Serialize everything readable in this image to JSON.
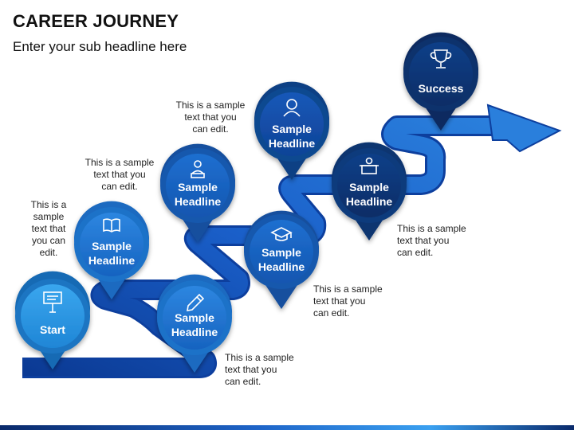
{
  "title": "CAREER JOURNEY",
  "subtitle": "Enter your sub headline here",
  "colors": {
    "road_dark": "#0d3f9e",
    "road_mid": "#1a5fc9",
    "road_light": "#2f86e0",
    "pin_start": "#2f9be3",
    "pin_navy": "#0a3170",
    "bar_accent": "#1e64c8"
  },
  "pins": [
    {
      "label": "Start",
      "icon": "signboard-icon"
    },
    {
      "label_line1": "Sample",
      "label_line2": "Headline",
      "icon": "book-icon"
    },
    {
      "label_line1": "Sample",
      "label_line2": "Headline",
      "icon": "pencil-icon"
    },
    {
      "label_line1": "Sample",
      "label_line2": "Headline",
      "icon": "presenter-icon"
    },
    {
      "label_line1": "Sample",
      "label_line2": "Headline",
      "icon": "graduation-cap-icon"
    },
    {
      "label_line1": "Sample",
      "label_line2": "Headline",
      "icon": "user-icon"
    },
    {
      "label_line1": "Sample",
      "label_line2": "Headline",
      "icon": "podium-icon"
    },
    {
      "label": "Success",
      "icon": "trophy-icon"
    }
  ],
  "notes": [
    {
      "lines": [
        "This is a",
        "sample",
        "text that",
        "you can",
        "edit."
      ]
    },
    {
      "lines": [
        "This is a sample",
        "text that you",
        "can edit."
      ]
    },
    {
      "lines": [
        "This is a sample",
        "text that you",
        "can edit."
      ]
    },
    {
      "lines": [
        "This is a sample",
        "text that you",
        "can edit."
      ]
    },
    {
      "lines": [
        "This is a sample",
        "text that you",
        "can edit."
      ]
    },
    {
      "lines": [
        "This is a sample",
        "text that you",
        "can edit."
      ]
    }
  ]
}
